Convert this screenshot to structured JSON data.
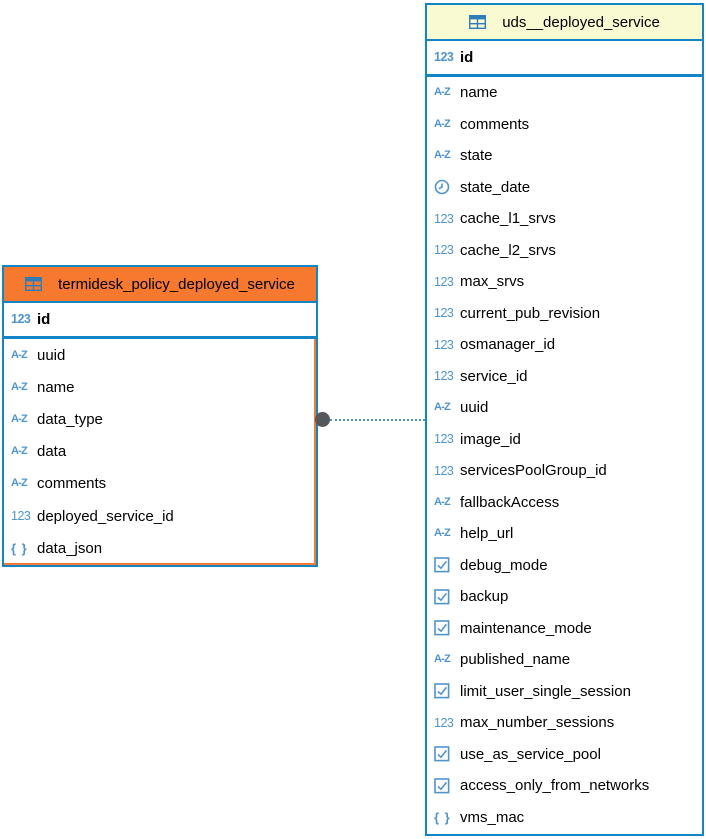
{
  "colors": {
    "frame_blue": "#1185C6",
    "icon_blue": "#4E94CE",
    "header_orange": "#F6792F",
    "header_yellow": "#FAFAD2",
    "text": "#000000",
    "relation_dot_gray": "#54585C"
  },
  "icon_types": {
    "number": "123",
    "text": "A-Z",
    "json": "{ }"
  },
  "tables": [
    {
      "title": "termidesk_policy_deployed_service",
      "primary_key": {
        "type": "number",
        "name": "id"
      },
      "fields": [
        {
          "type": "text",
          "name": "uuid"
        },
        {
          "type": "text",
          "name": "name"
        },
        {
          "type": "text",
          "name": "data_type"
        },
        {
          "type": "text",
          "name": "data"
        },
        {
          "type": "text",
          "name": "comments"
        },
        {
          "type": "number",
          "name": "deployed_service_id"
        },
        {
          "type": "json",
          "name": "data_json"
        }
      ]
    },
    {
      "title": "uds__deployed_service",
      "primary_key": {
        "type": "number",
        "name": "id"
      },
      "fields": [
        {
          "type": "text",
          "name": "name"
        },
        {
          "type": "text",
          "name": "comments"
        },
        {
          "type": "text",
          "name": "state"
        },
        {
          "type": "datetime",
          "name": "state_date"
        },
        {
          "type": "number",
          "name": "cache_l1_srvs"
        },
        {
          "type": "number",
          "name": "cache_l2_srvs"
        },
        {
          "type": "number",
          "name": "max_srvs"
        },
        {
          "type": "number",
          "name": "current_pub_revision"
        },
        {
          "type": "number",
          "name": "osmanager_id"
        },
        {
          "type": "number",
          "name": "service_id"
        },
        {
          "type": "text",
          "name": "uuid"
        },
        {
          "type": "number",
          "name": "image_id"
        },
        {
          "type": "number",
          "name": "servicesPoolGroup_id"
        },
        {
          "type": "text",
          "name": "fallbackAccess"
        },
        {
          "type": "text",
          "name": "help_url"
        },
        {
          "type": "boolean",
          "name": "debug_mode"
        },
        {
          "type": "boolean",
          "name": "backup"
        },
        {
          "type": "boolean",
          "name": "maintenance_mode"
        },
        {
          "type": "text",
          "name": "published_name"
        },
        {
          "type": "boolean",
          "name": "limit_user_single_session"
        },
        {
          "type": "number",
          "name": "max_number_sessions"
        },
        {
          "type": "boolean",
          "name": "use_as_service_pool"
        },
        {
          "type": "boolean",
          "name": "access_only_from_networks"
        },
        {
          "type": "json",
          "name": "vms_mac"
        }
      ]
    }
  ],
  "relation": {
    "from_table": "termidesk_policy_deployed_service",
    "from_column": "deployed_service_id",
    "to_table": "uds__deployed_service"
  }
}
